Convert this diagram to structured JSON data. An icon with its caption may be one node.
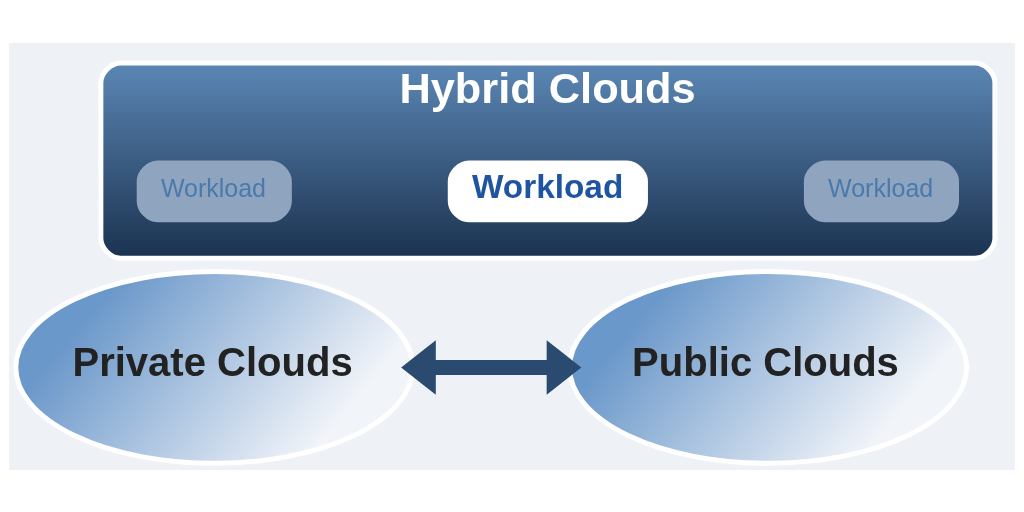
{
  "diagram": {
    "nodes": [
      {
        "text": [
          "Hybrid Clouds"
        ]
      },
      {
        "text": [
          "Workload"
        ],
        "in": 0
      },
      {
        "text": [
          "Workload"
        ],
        "in": 0
      },
      {
        "text": [
          "Workload"
        ],
        "in": 0
      },
      {
        "text": [
          "Private Clouds"
        ]
      },
      {
        "text": [
          "Public Clouds"
        ]
      }
    ],
    "edges": [
      {
        "from": 4,
        "to": 5,
        "arrow": "both"
      }
    ]
  }
}
